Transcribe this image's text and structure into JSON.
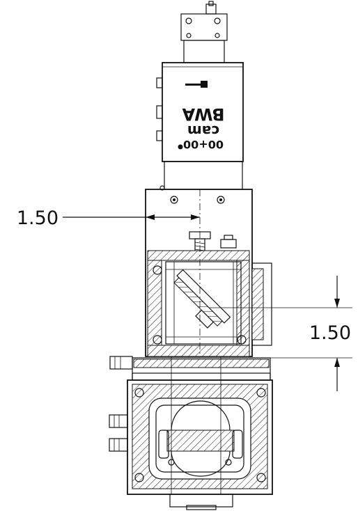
{
  "dimensions": {
    "horizontal": {
      "value": "1.50"
    },
    "vertical": {
      "value": "1.50"
    }
  },
  "camera_label": {
    "brand": "BWA",
    "model": "cam",
    "version": "00+00"
  }
}
